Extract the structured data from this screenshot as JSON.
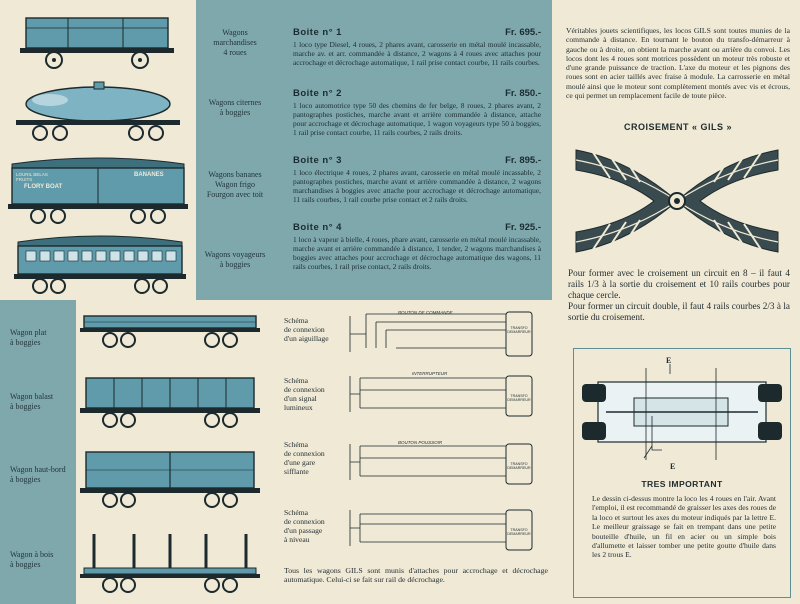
{
  "wagons_top": [
    {
      "label": "Wagons\nmarchandises\n4 roues"
    },
    {
      "label": "Wagons citernes\nà boggies"
    },
    {
      "label": "Wagons bananes\nWagon frigo\nFourgon avec toit"
    },
    {
      "label": "Wagons voyageurs\nà boggies"
    }
  ],
  "wagon_markings": {
    "banana_left": "LOURIL BELAS\nFRUITS",
    "banana_right": "BANANES",
    "banana_fyffes": "FLORY BOAT"
  },
  "boites": [
    {
      "title": "Boite n° 1",
      "price": "Fr. 695.-",
      "text": "1 loco type Diesel, 4 roues, 2 phares avant, carosserie en métal moulé incassable, marche av. et arr. commandée à distance, 2 wagons à 4 roues avec attaches pour accrochage et décrochage automatique, 1 rail prise contact courbe, 11 rails courbes."
    },
    {
      "title": "Boite n° 2",
      "price": "Fr. 850.-",
      "text": "1 loco automotrice type 50 des chemins de fer belge, 8 roues, 2 phares avant, 2 pantographes postiches, marche avant et arrière commandée à distance, attache pour accrochage et décrochage automatique, 1 wagon voyageurs type 50 à boggies, 1 rail prise contact courbe, 11 rails courbes, 2 rails droits."
    },
    {
      "title": "Boite n° 3",
      "price": "Fr. 895.-",
      "text": "1 loco électrique 4 roues, 2 phares avant, carosserie en métal moulé incassable, 2 pantographes postiches, marche avant et arrière commandée à distance, 2 wagons marchandises à boggies avec attache pour accrochage et décrochage automatique, 11 rails courbes, 1 rail courbe prise contact et 2 rails droits."
    },
    {
      "title": "Boite n° 4",
      "price": "Fr. 925.-",
      "text": "1 loco à vapeur à bielle, 4 roues, phare avant, carosserie en métal moulé incassable, marche avant et arrière commandée à distance, 1 tender, 2 wagons marchandises à boggies avec attaches pour accrochage et décrochage automatique des wagons, 11 rails courbes, 1 rail prise contact, 2 rails droits."
    }
  ],
  "intro_text": "Véritables jouets scientifiques, les locos GILS sont toutes munies de la commande à distance. En tournant le bouton du transfo-démarreur à gauche ou à droite, on obtient la marche avant ou arrière du convoi. Les locos dont les 4 roues sont motrices possèdent un moteur très robuste et d'une grande puissance de traction. L'axe du moteur et les pignons des roues sont en acier taillés avec fraise à module. La carrosserie en métal moulé ainsi que le moteur sont complètement montés avec vis et écrous, ce qui permet un remplacement facile de toute pièce.",
  "croisement": {
    "title": "CROISEMENT « GILS »",
    "text1": "Pour former avec le croisement un circuit en 8 – il faut 4 rails 1/3 à la sortie du croisement et 10 rails courbes pour chaque cercle.",
    "text2": "Pour former un circuit double, il faut 4 rails courbes 2/3 à la sortie du croisement."
  },
  "wagons_bottom": [
    {
      "label": "Wagon plat\nà boggies"
    },
    {
      "label": "Wagon balast\nà boggies"
    },
    {
      "label": "Wagon haut-bord\nà boggies"
    },
    {
      "label": "Wagon à bois\nà boggies"
    }
  ],
  "schemas": [
    {
      "label": "Schéma\nde connexion\nd'un aiguillage",
      "tag": "BOUTON DE COMMANDE",
      "box": "TRANSFO\nDEMARREUR"
    },
    {
      "label": "Schéma\nde connexion\nd'un signal\nlumineux",
      "tag": "INTERRUPTEUR",
      "box": "TRANSFO\nDEMARREUR"
    },
    {
      "label": "Schéma\nde connexion\nd'une gare\nsifflante",
      "tag": "BOUTON POUSSOIR",
      "box": "TRANSFO\nDEMARREUR"
    },
    {
      "label": "Schéma\nde connexion\nd'un passage\nà niveau",
      "tag": "",
      "box": "TRANSFO\nDEMARREUR"
    }
  ],
  "footer_note": "Tous les wagons GILS sont munis d'attaches pour accrochage et décrochage automatique. Celui-ci se fait sur rail de décrochage.",
  "important": {
    "label_e": "E",
    "title": "TRES IMPORTANT",
    "text": "Le dessin ci-dessus montre la loco les 4 roues en l'air. Avant l'emploi, il est recommandé de graisser les axes des roues de la loco et surtout les axes du moteur indiqués par la lettre E. Le meilleur graissage se fait en trempant dans une petite bouteille d'huile, un fil en acier ou un simple bois d'allumette et laisser tomber une petite goutte d'huile dans les 2 trous E."
  },
  "colors": {
    "teal": "#7fa8ad",
    "cream": "#efe9d6",
    "wagon_blue": "#5f9bab",
    "ink": "#1c2a2e"
  }
}
